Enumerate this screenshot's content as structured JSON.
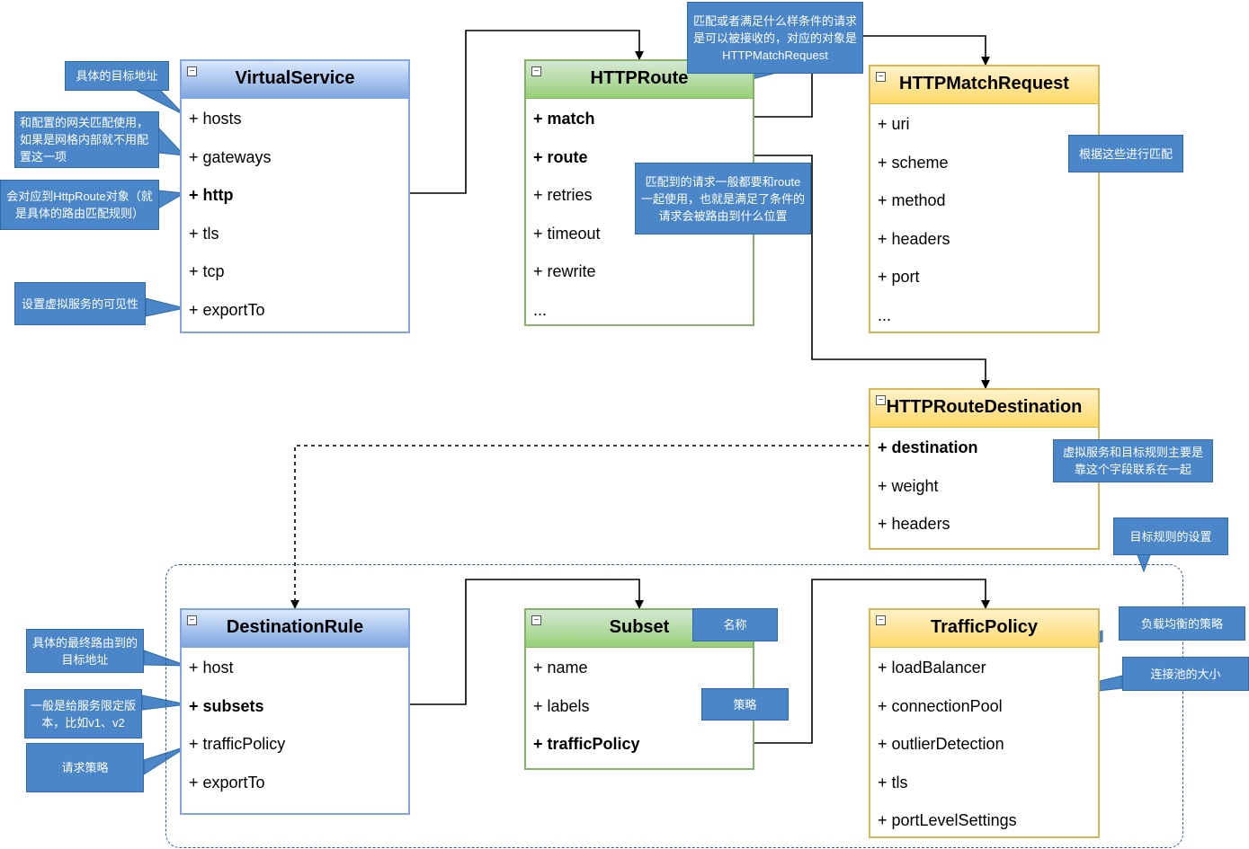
{
  "virtual_service": {
    "title": "VirtualService",
    "fields": [
      "+ hosts",
      "+ gateways",
      "+ http",
      "+ tls",
      "+ tcp",
      "+ exportTo"
    ]
  },
  "http_route": {
    "title": "HTTPRoute",
    "fields": [
      "+ match",
      "+ route",
      "+ retries",
      "+ timeout",
      "+ rewrite",
      "..."
    ]
  },
  "http_match_request": {
    "title": "HTTPMatchRequest",
    "fields": [
      "+ uri",
      "+ scheme",
      "+ method",
      "+ headers",
      "+ port",
      "..."
    ]
  },
  "http_route_destination": {
    "title": "HTTPRouteDestination",
    "fields": [
      "+ destination",
      "+ weight",
      "+ headers"
    ]
  },
  "destination_rule": {
    "title": "DestinationRule",
    "fields": [
      "+ host",
      "+ subsets",
      "+ trafficPolicy",
      "+ exportTo"
    ]
  },
  "subset": {
    "title": "Subset",
    "fields": [
      "+ name",
      "+ labels",
      "+ trafficPolicy"
    ]
  },
  "traffic_policy": {
    "title": "TrafficPolicy",
    "fields": [
      "+ loadBalancer",
      "+ connectionPool",
      "+ outlierDetection",
      "+ tls",
      "+ portLevelSettings"
    ]
  },
  "notes": {
    "target_address": "具体的目标地址",
    "gateway_match": "和配置的网关匹配使用，如果是网格内部就不用配置这一项",
    "http_route_obj": "会对应到HttpRoute对象（就是具体的路由匹配规则）",
    "visibility": "设置虚拟服务的可见性",
    "match_condition": "匹配或者满足什么样条件的请求是可以被接收的，对应的对象是HTTPMatchRequest",
    "route_usage": "匹配到的请求一般都要和route一起使用，也就是满足了条件的请求会被路由到什么位置",
    "match_by": "根据这些进行匹配",
    "destination_link": "虚拟服务和目标规则主要是靠这个字段联系在一起",
    "dr_settings": "目标规则的设置",
    "final_route_target": "具体的最终路由到的目标地址",
    "subsets_desc": "一般是给服务限定版本，比如v1、v2",
    "request_policy": "请求策略",
    "name_desc": "名称",
    "policy_desc": "策略",
    "lb_desc": "负载均衡的策略",
    "pool_desc": "连接池的大小"
  },
  "collapse_glyph": "−",
  "colors": {
    "blue_header": "#7ea6e0",
    "green_header": "#97d077",
    "gold_header": "#ffd966",
    "note_fill": "#4a86c8"
  }
}
